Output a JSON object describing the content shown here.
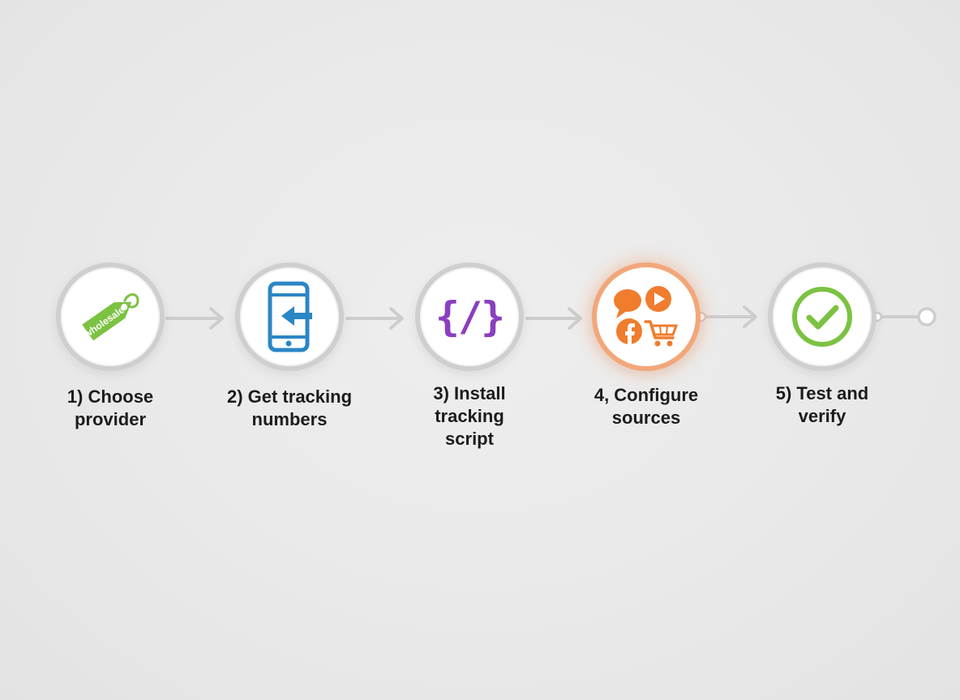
{
  "steps": [
    {
      "number": "1)",
      "label_lines": [
        "1) Choose",
        "provider"
      ],
      "icon": "price-tag-icon",
      "tag_text": "wholesale",
      "color": "#7cc242"
    },
    {
      "number": "2)",
      "label_lines": [
        "2) Get tracking",
        "numbers"
      ],
      "icon": "phone-incoming-icon",
      "color": "#2b86c5"
    },
    {
      "number": "3)",
      "label_lines": [
        "3) Install",
        "tracking",
        "script"
      ],
      "icon": "code-brackets-icon",
      "glyph": "{/}",
      "color": "#8a3fbf"
    },
    {
      "number": "4,",
      "label_lines": [
        "4, Configure",
        "sources"
      ],
      "icon": "traffic-sources-icon",
      "color": "#f07c2e",
      "active": true
    },
    {
      "number": "5)",
      "label_lines": [
        "5) Test and",
        "verify"
      ],
      "icon": "checkmark-icon",
      "color": "#7cc242"
    }
  ],
  "colors": {
    "connector": "#cdcdcd",
    "ring": "#cfcfcf",
    "active_ring": "#f2a77a",
    "text": "#1c1c1c"
  }
}
